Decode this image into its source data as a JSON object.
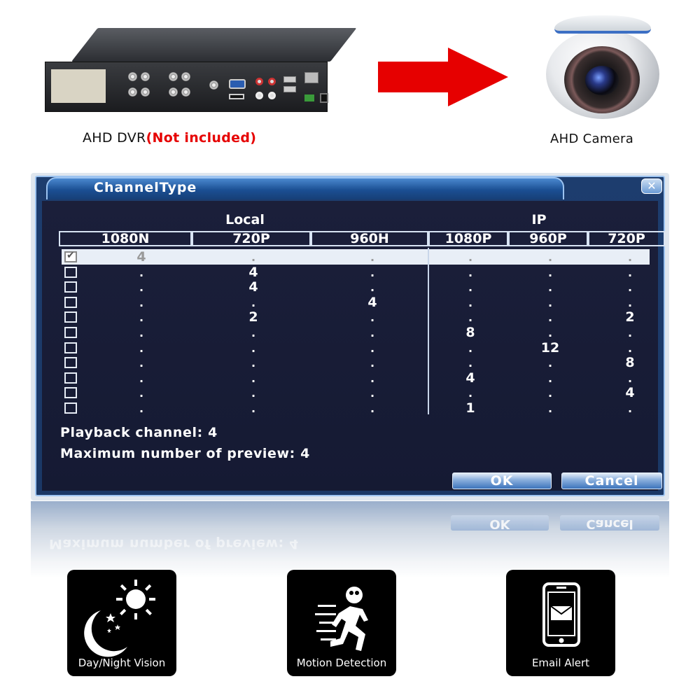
{
  "products": {
    "dvr_caption": "AHD DVR",
    "dvr_note": "(Not included)",
    "camera_caption": "AHD Camera"
  },
  "dialog": {
    "title": "ChannelType",
    "close_icon": "close-icon",
    "group_local": "Local",
    "group_ip": "IP",
    "columns": [
      "1080N",
      "720P",
      "960H",
      "1080P",
      "960P",
      "720P"
    ],
    "rows": [
      {
        "checked": true,
        "cells": [
          "4",
          ".",
          ".",
          ".",
          ".",
          "."
        ]
      },
      {
        "checked": false,
        "cells": [
          ".",
          "4",
          ".",
          ".",
          ".",
          "."
        ]
      },
      {
        "checked": false,
        "cells": [
          ".",
          "4",
          ".",
          ".",
          ".",
          "."
        ]
      },
      {
        "checked": false,
        "cells": [
          ".",
          ".",
          "4",
          ".",
          ".",
          "."
        ]
      },
      {
        "checked": false,
        "cells": [
          ".",
          "2",
          ".",
          ".",
          ".",
          "2"
        ]
      },
      {
        "checked": false,
        "cells": [
          ".",
          ".",
          ".",
          "8",
          ".",
          "."
        ]
      },
      {
        "checked": false,
        "cells": [
          ".",
          ".",
          ".",
          ".",
          "12",
          "."
        ]
      },
      {
        "checked": false,
        "cells": [
          ".",
          ".",
          ".",
          ".",
          ".",
          "8"
        ]
      },
      {
        "checked": false,
        "cells": [
          ".",
          ".",
          ".",
          "4",
          ".",
          "."
        ]
      },
      {
        "checked": false,
        "cells": [
          ".",
          ".",
          ".",
          ".",
          ".",
          "4"
        ]
      },
      {
        "checked": false,
        "cells": [
          ".",
          ".",
          ".",
          "1",
          ".",
          "."
        ]
      }
    ],
    "playback_channel": "Playback channel: 4",
    "max_preview": "Maximum number of preview: 4",
    "ok_label": "OK",
    "cancel_label": "Cancel"
  },
  "features": [
    {
      "label": "Day/Night Vision",
      "icon": "day-night-icon"
    },
    {
      "label": "Motion Detection",
      "icon": "running-man-icon"
    },
    {
      "label": "Email Alert",
      "icon": "phone-email-icon"
    }
  ],
  "colors": {
    "arrow": "#e60000",
    "note": "#e60000",
    "dialog_bg": "#151a33",
    "dialog_frame": "#1b4f93"
  }
}
